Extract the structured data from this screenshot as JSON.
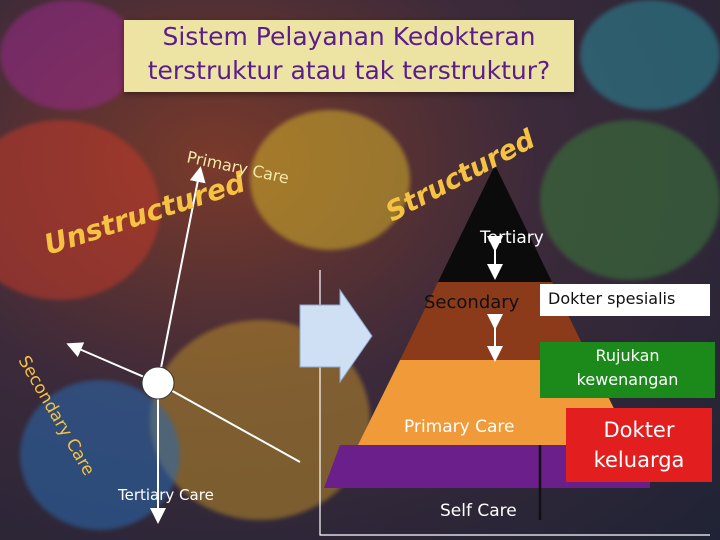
{
  "title_line1": "Sistem Pelayanan Kedokteran",
  "title_line2": "terstruktur atau tak terstruktur?",
  "unstructured": {
    "word": "Unstructured",
    "primary": "Primary Care",
    "secondary": "Secondary Care",
    "tertiary": "Tertiary Care"
  },
  "structured": {
    "word": "Structured",
    "tertiary": "Tertiary",
    "secondary": "Secondary",
    "primary": "Primary Care",
    "self": "Self Care"
  },
  "callouts": {
    "specialist": "Dokter spesialis",
    "referral_line1": "Rujukan",
    "referral_line2": "kewenangan",
    "family_line1": "Dokter",
    "family_line2": "keluarga"
  },
  "colors": {
    "title_text": "#5a1d8c",
    "title_box": "#f2e9a6",
    "pyramid_black": "#0b0b0b",
    "pyramid_brown": "#8b3a1a",
    "pyramid_orange": "#f09a3a",
    "pyramid_purple": "#6a1f8a",
    "specialist_box": "#ffffff",
    "referral_box": "#1b8a1b",
    "family_box": "#e31e1e",
    "arrow_blue": "#cfe0f5"
  }
}
